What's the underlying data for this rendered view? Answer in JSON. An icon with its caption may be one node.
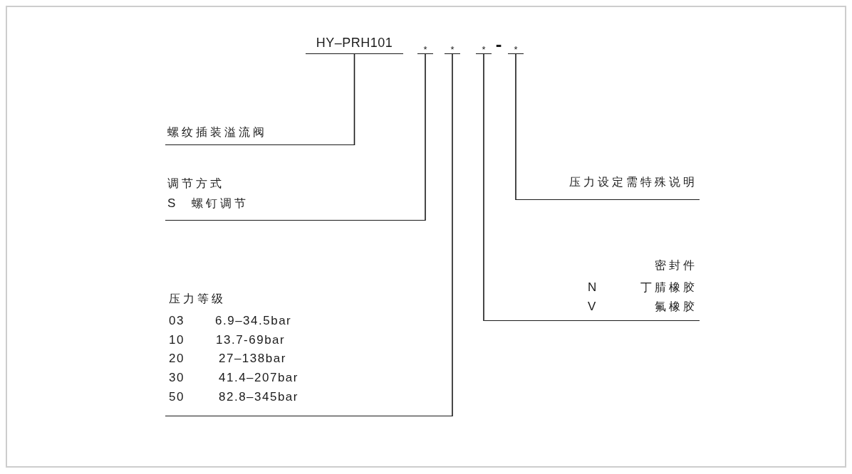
{
  "diagram": {
    "nodes": [
      {
        "text": [
          "HY–PRH101"
        ]
      },
      {
        "text": [
          "*"
        ]
      },
      {
        "text": [
          "*"
        ]
      },
      {
        "text": [
          "*"
        ]
      },
      {
        "text": [
          "*"
        ]
      },
      {
        "text": [
          "螺纹插装溢流阀"
        ]
      },
      {
        "text": [
          "调节方式",
          "S",
          "螺钉调节"
        ]
      },
      {
        "text": [
          "压力等级",
          "03",
          "6.9–34.5bar",
          "10",
          "13.7-69bar",
          "20",
          "27–138bar",
          "30",
          "41.4–207bar",
          "50",
          "82.8–345bar"
        ]
      },
      {
        "text": [
          "压力设定需特殊说明"
        ]
      },
      {
        "text": [
          "密封件",
          "N",
          "丁腈橡胶",
          "V",
          "氟橡胶"
        ]
      }
    ],
    "edges": [
      {
        "from": 0,
        "to": 5,
        "arrow": "none"
      },
      {
        "from": 1,
        "to": 6,
        "arrow": "none"
      },
      {
        "from": 2,
        "to": 7,
        "arrow": "none"
      },
      {
        "from": 3,
        "to": 9,
        "arrow": "none"
      },
      {
        "from": 4,
        "to": 8,
        "arrow": "none"
      }
    ],
    "labels": [
      "-"
    ]
  }
}
